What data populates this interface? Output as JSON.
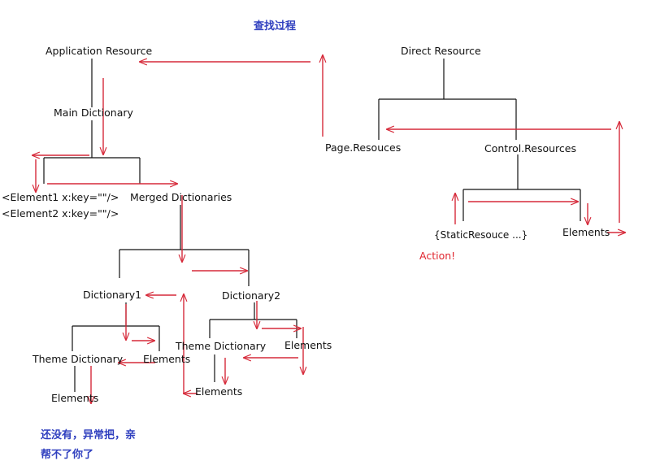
{
  "title": "查找过程",
  "nodes": {
    "application_resource": "Application Resource",
    "main_dictionary": "Main Dictionary",
    "element1": "<Element1 x:key=\"\"/>",
    "element2": "<Element2 x:key=\"\"/>",
    "merged_dictionaries": "Merged Dictionaries",
    "dictionary1": "Dictionary1",
    "dictionary2": "Dictionary2",
    "theme_dictionary_1": "Theme Dictionary",
    "elements_d1": "Elements",
    "elements_theme_1": "Elements",
    "theme_dictionary_2": "Theme Dictionary",
    "elements_d2": "Elements",
    "elements_theme_2": "Elements",
    "direct_resource": "Direct Resource",
    "page_resources": "Page.Resouces",
    "control_resources": "Control.Resources",
    "static_resource": "{StaticResouce ...}",
    "elements_control": "Elements"
  },
  "action_label": "Action!",
  "note_lines": [
    "还没有，异常把，亲",
    "帮不了你了"
  ],
  "colors": {
    "line": "#111111",
    "arrow": "#d62a3a",
    "title": "#2f3fbf",
    "action": "#e0262f"
  }
}
